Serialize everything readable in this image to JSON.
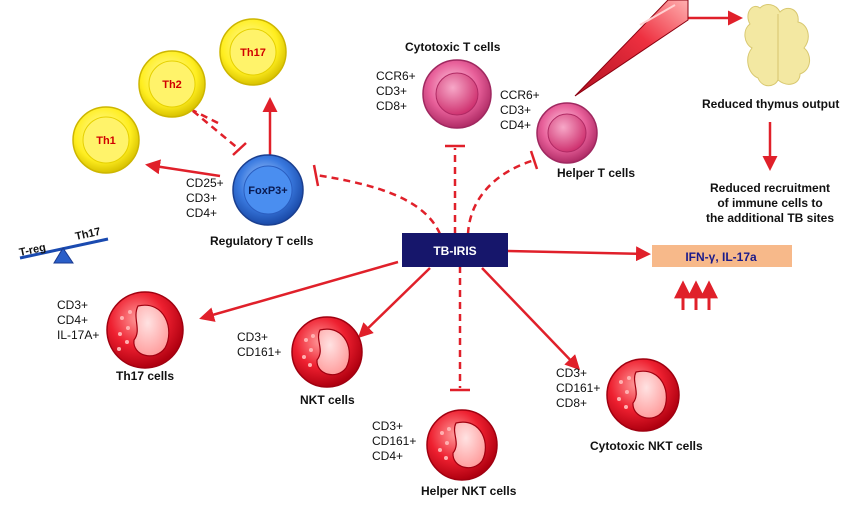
{
  "center": {
    "label": "TB-IRIS",
    "color": "#16166b"
  },
  "colors": {
    "arrow": "#e0202a",
    "cytokine_box": "#f7b98a",
    "cytokine_text": "#1a1a8a",
    "thymus": "#f3e8a2"
  },
  "treg": {
    "cell_label": "FoxP3+",
    "markers": [
      "CD25+",
      "CD3+",
      "CD4+"
    ],
    "name": "Regulatory T cells"
  },
  "th_subsets": [
    "Th1",
    "Th2",
    "Th17"
  ],
  "balance": {
    "left": "T-reg",
    "right": "Th17"
  },
  "cytotoxic_t": {
    "name": "Cytotoxic T cells",
    "markers": [
      "CCR6+",
      "CD3+",
      "CD8+"
    ]
  },
  "helper_t": {
    "name": "Helper T cells",
    "markers": [
      "CCR6+",
      "CD3+",
      "CD4+"
    ]
  },
  "thymus": {
    "output": "Reduced thymus output",
    "recruitment": "Reduced recruitment\nof immune cells to\nthe additional TB sites"
  },
  "cytokines": {
    "label": "IFN-γ, IL-17a"
  },
  "th17_cells": {
    "name": "Th17 cells",
    "markers": [
      "CD3+",
      "CD4+",
      "IL-17A+"
    ]
  },
  "nkt": {
    "name": "NKT cells",
    "markers": [
      "CD3+",
      "CD161+"
    ]
  },
  "helper_nkt": {
    "name": "Helper NKT cells",
    "markers": [
      "CD3+",
      "CD161+",
      "CD4+"
    ]
  },
  "cytotoxic_nkt": {
    "name": "Cytotoxic NKT cells",
    "markers": [
      "CD3+",
      "CD161+",
      "CD8+"
    ]
  }
}
